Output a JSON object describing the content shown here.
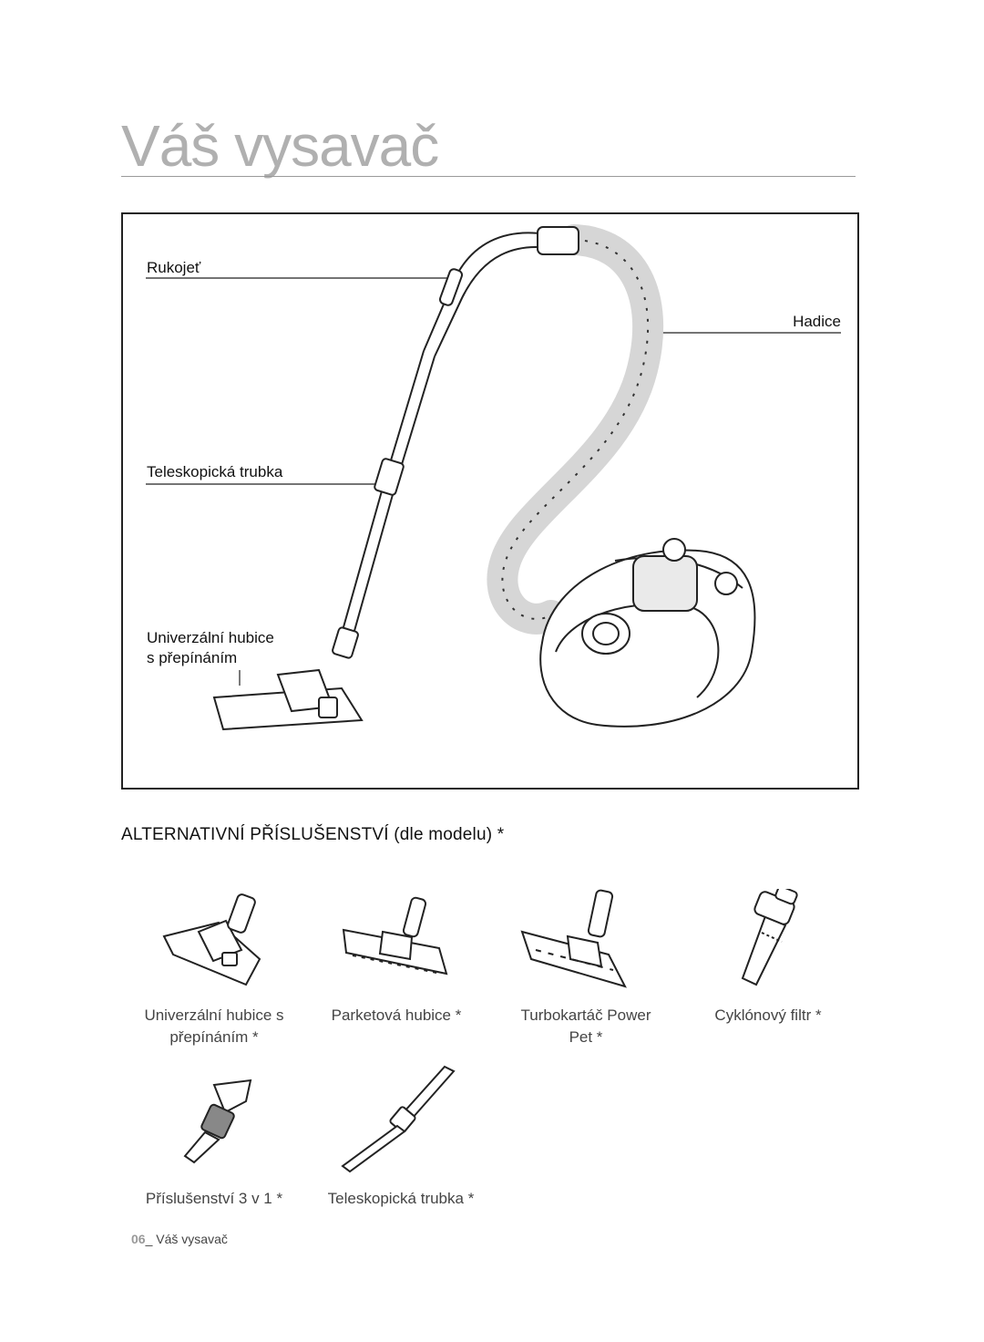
{
  "title": "Váš vysavač",
  "diagram": {
    "handle_label": "Rukojeť",
    "hose_label": "Hadice",
    "tube_label": "Teleskopická trubka",
    "nozzle_label_line1": "Univerzální hubice",
    "nozzle_label_line2": "s přepínáním"
  },
  "accessories": {
    "heading": "ALTERNATIVNÍ PŘÍSLUŠENSTVÍ (dle modelu) *",
    "items": [
      {
        "label_line1": "Univerzální hubice s",
        "label_line2": "přepínáním *",
        "icon": "universal-nozzle-icon"
      },
      {
        "label_line1": "Parketová hubice *",
        "label_line2": "",
        "icon": "parquet-nozzle-icon"
      },
      {
        "label_line1": "Turbokartáč Power",
        "label_line2": "Pet *",
        "icon": "turbo-brush-icon"
      },
      {
        "label_line1": "Cyklónový filtr *",
        "label_line2": "",
        "icon": "cyclone-filter-icon"
      },
      {
        "label_line1": "Příslušenství 3 v 1 *",
        "label_line2": "",
        "icon": "three-in-one-tool-icon"
      },
      {
        "label_line1": "Teleskopická trubka *",
        "label_line2": "",
        "icon": "telescopic-tube-icon"
      }
    ]
  },
  "footer": {
    "page_number": "06",
    "separator": "_ ",
    "section": "Váš vysavač"
  }
}
